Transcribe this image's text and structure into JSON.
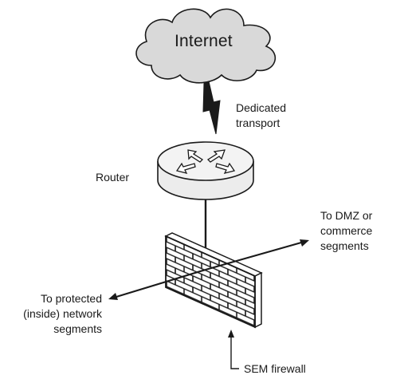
{
  "cloud": {
    "label": "Internet"
  },
  "link": {
    "label_line1": "Dedicated",
    "label_line2": "transport"
  },
  "router": {
    "label": "Router"
  },
  "dmz": {
    "line1": "To DMZ or",
    "line2": "commerce",
    "line3": "segments"
  },
  "inside": {
    "line1": "To protected",
    "line2": "(inside) network",
    "line3": "segments"
  },
  "firewall": {
    "label": "SEM firewall"
  },
  "colors": {
    "ink": "#1a1a1a",
    "cloud_fill": "#d9d9d9",
    "router_fill": "#ececec",
    "brick_fill": "#ffffff"
  }
}
